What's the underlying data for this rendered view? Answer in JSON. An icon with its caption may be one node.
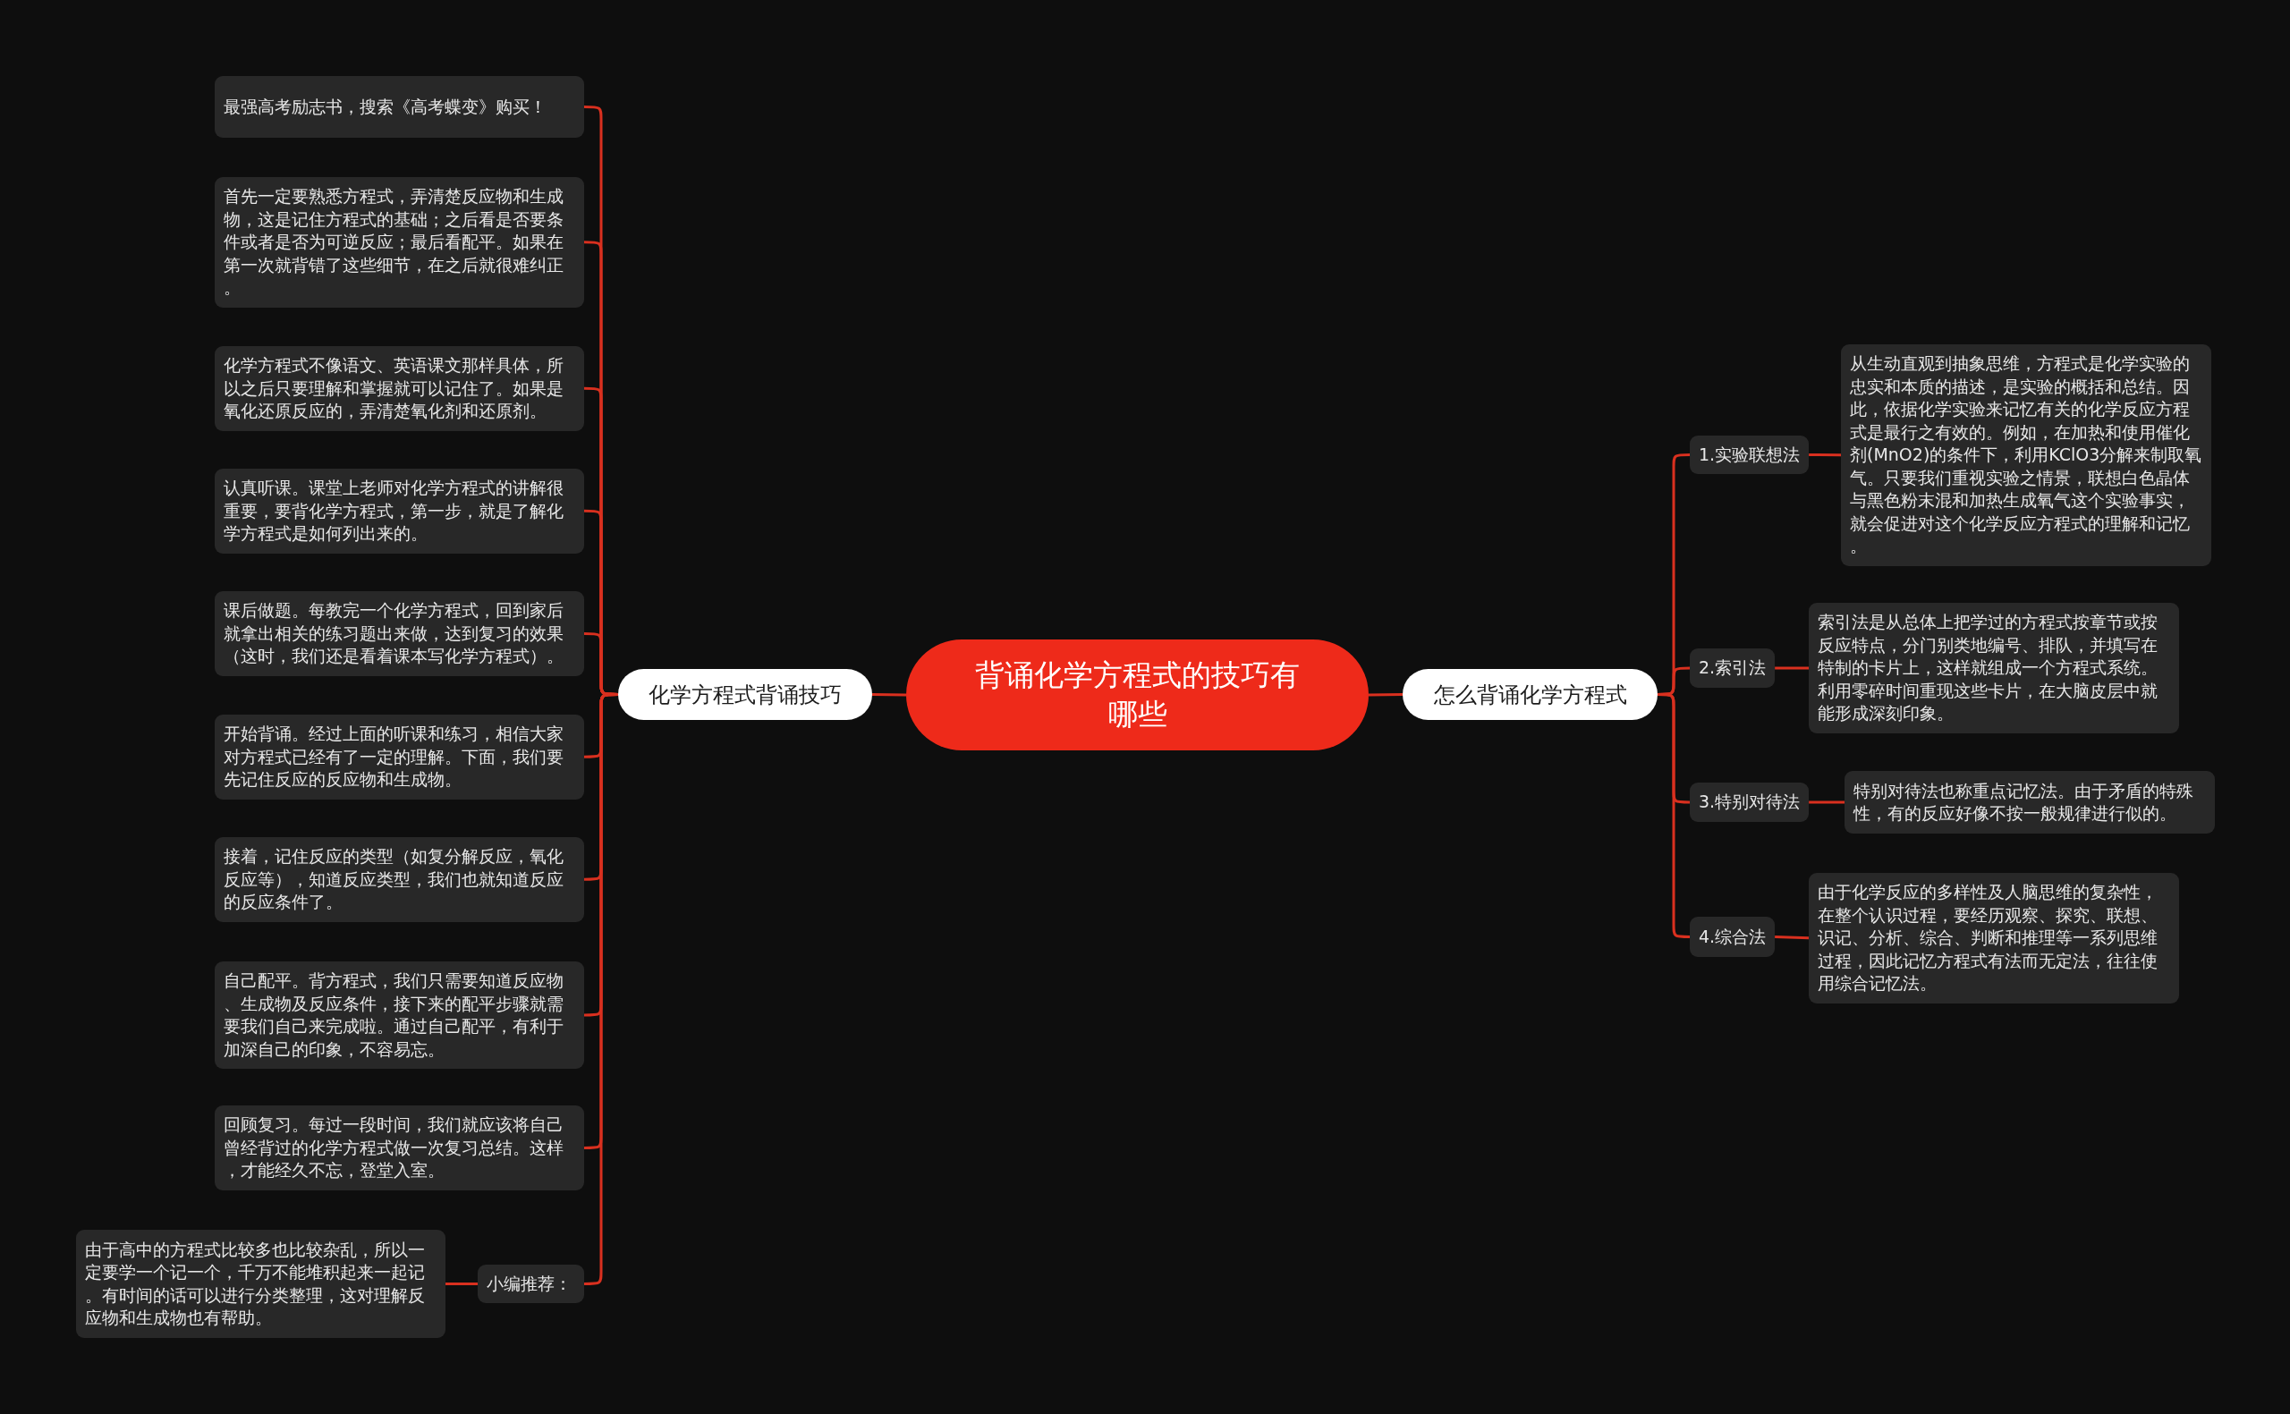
{
  "diagram": {
    "nodes": [
      {
        "text": [
          "背诵化学方程式的技巧有哪些"
        ]
      },
      {
        "text": [
          "化学方程式背诵技巧"
        ]
      },
      {
        "text": [
          "最强高考励志书，搜索《高考蝶变》购买！"
        ]
      },
      {
        "text": [
          "首先一定要熟悉方程式，弄清楚反应物和生成物，这是记住方程式的基础；之后看是否要条件或者是否为可逆反应；最后看配平。如果在第一次就背错了这些细节，在之后就很难纠正。"
        ]
      },
      {
        "text": [
          "化学方程式不像语文、英语课文那样具体，所以之后只要理解和掌握就可以记住了。如果是氧化还原反应的，弄清楚氧化剂和还原剂。"
        ]
      },
      {
        "text": [
          "认真听课。课堂上老师对化学方程式的讲解很重要，要背化学方程式，第一步，就是了解化学方程式是如何列出来的。"
        ]
      },
      {
        "text": [
          "课后做题。每教完一个化学方程式，回到家后就拿出相关的练习题出来做，达到复习的效果（这时，我们还是看着课本写化学方程式）。"
        ]
      },
      {
        "text": [
          "开始背诵。经过上面的听课和练习，相信大家对方程式已经有了一定的理解。下面，我们要先记住反应的反应物和生成物。"
        ]
      },
      {
        "text": [
          "接着，记住反应的类型（如复分解反应，氧化反应等），知道反应类型，我们也就知道反应的反应条件了。"
        ]
      },
      {
        "text": [
          "自己配平。背方程式，我们只需要知道反应物、生成物及反应条件，接下来的配平步骤就需要我们自己来完成啦。通过自己配平，有利于加深自己的印象，不容易忘。"
        ]
      },
      {
        "text": [
          "回顾复习。每过一段时间，我们就应该将自己曾经背过的化学方程式做一次复习总结。这样，才能经久不忘，登堂入室。"
        ]
      },
      {
        "text": [
          "小编推荐："
        ]
      },
      {
        "text": [
          "由于高中的方程式比较多也比较杂乱，所以一定要学一个记一个，千万不能堆积起来一起记。有时间的话可以进行分类整理，这对理解反应物和生成物也有帮助。"
        ]
      },
      {
        "text": [
          "怎么背诵化学方程式"
        ]
      },
      {
        "text": [
          "1.实验联想法"
        ]
      },
      {
        "text": [
          "从生动直观到抽象思维，方程式是化学实验的忠实和本质的描述，是实验的概括和总结。因此，依据化学实验来记忆有关的化学反应方程式是最行之有效的。例如，在加热和使用催化剂(MnO2)的条件下，利用KClO3分解来制取氧气。只要我们重视实验之情景，联想白色晶体与黑色粉末混和加热生成氧气这个实验事实，就会促进对这个化学反应方程式的理解和记忆。"
        ]
      },
      {
        "text": [
          "2.索引法"
        ]
      },
      {
        "text": [
          "索引法是从总体上把学过的方程式按章节或按反应特点，分门别类地编号、排队，并填写在特制的卡片上，这样就组成一个方程式系统。利用零碎时间重现这些卡片，在大脑皮层中就能形成深刻印象。"
        ]
      },
      {
        "text": [
          "3.特别对待法"
        ]
      },
      {
        "text": [
          "特别对待法也称重点记忆法。由于矛盾的特殊性，有的反应好像不按一般规律进行似的。"
        ]
      },
      {
        "text": [
          "4.综合法"
        ]
      },
      {
        "text": [
          "由于化学反应的多样性及人脑思维的复杂性，在整个认识过程，要经历观察、探究、联想、识记、分析、综合、判断和推理等一系列思维过程，因此记忆方程式有法而无定法，往往使用综合记忆法。"
        ]
      }
    ],
    "edges": [
      {
        "from": 0,
        "to": 1,
        "arrow": "none"
      },
      {
        "from": 0,
        "to": 13,
        "arrow": "none"
      },
      {
        "from": 1,
        "to": 2,
        "arrow": "none"
      },
      {
        "from": 1,
        "to": 3,
        "arrow": "none"
      },
      {
        "from": 1,
        "to": 4,
        "arrow": "none"
      },
      {
        "from": 1,
        "to": 5,
        "arrow": "none"
      },
      {
        "from": 1,
        "to": 6,
        "arrow": "none"
      },
      {
        "from": 1,
        "to": 7,
        "arrow": "none"
      },
      {
        "from": 1,
        "to": 8,
        "arrow": "none"
      },
      {
        "from": 1,
        "to": 9,
        "arrow": "none"
      },
      {
        "from": 1,
        "to": 10,
        "arrow": "none"
      },
      {
        "from": 1,
        "to": 11,
        "arrow": "none"
      },
      {
        "from": 11,
        "to": 12,
        "arrow": "none"
      },
      {
        "from": 13,
        "to": 14,
        "arrow": "none"
      },
      {
        "from": 13,
        "to": 16,
        "arrow": "none"
      },
      {
        "from": 13,
        "to": 18,
        "arrow": "none"
      },
      {
        "from": 13,
        "to": 20,
        "arrow": "none"
      },
      {
        "from": 14,
        "to": 15,
        "arrow": "none"
      },
      {
        "from": 16,
        "to": 17,
        "arrow": "none"
      },
      {
        "from": 18,
        "to": 19,
        "arrow": "none"
      },
      {
        "from": 20,
        "to": 21,
        "arrow": "none"
      }
    ]
  }
}
